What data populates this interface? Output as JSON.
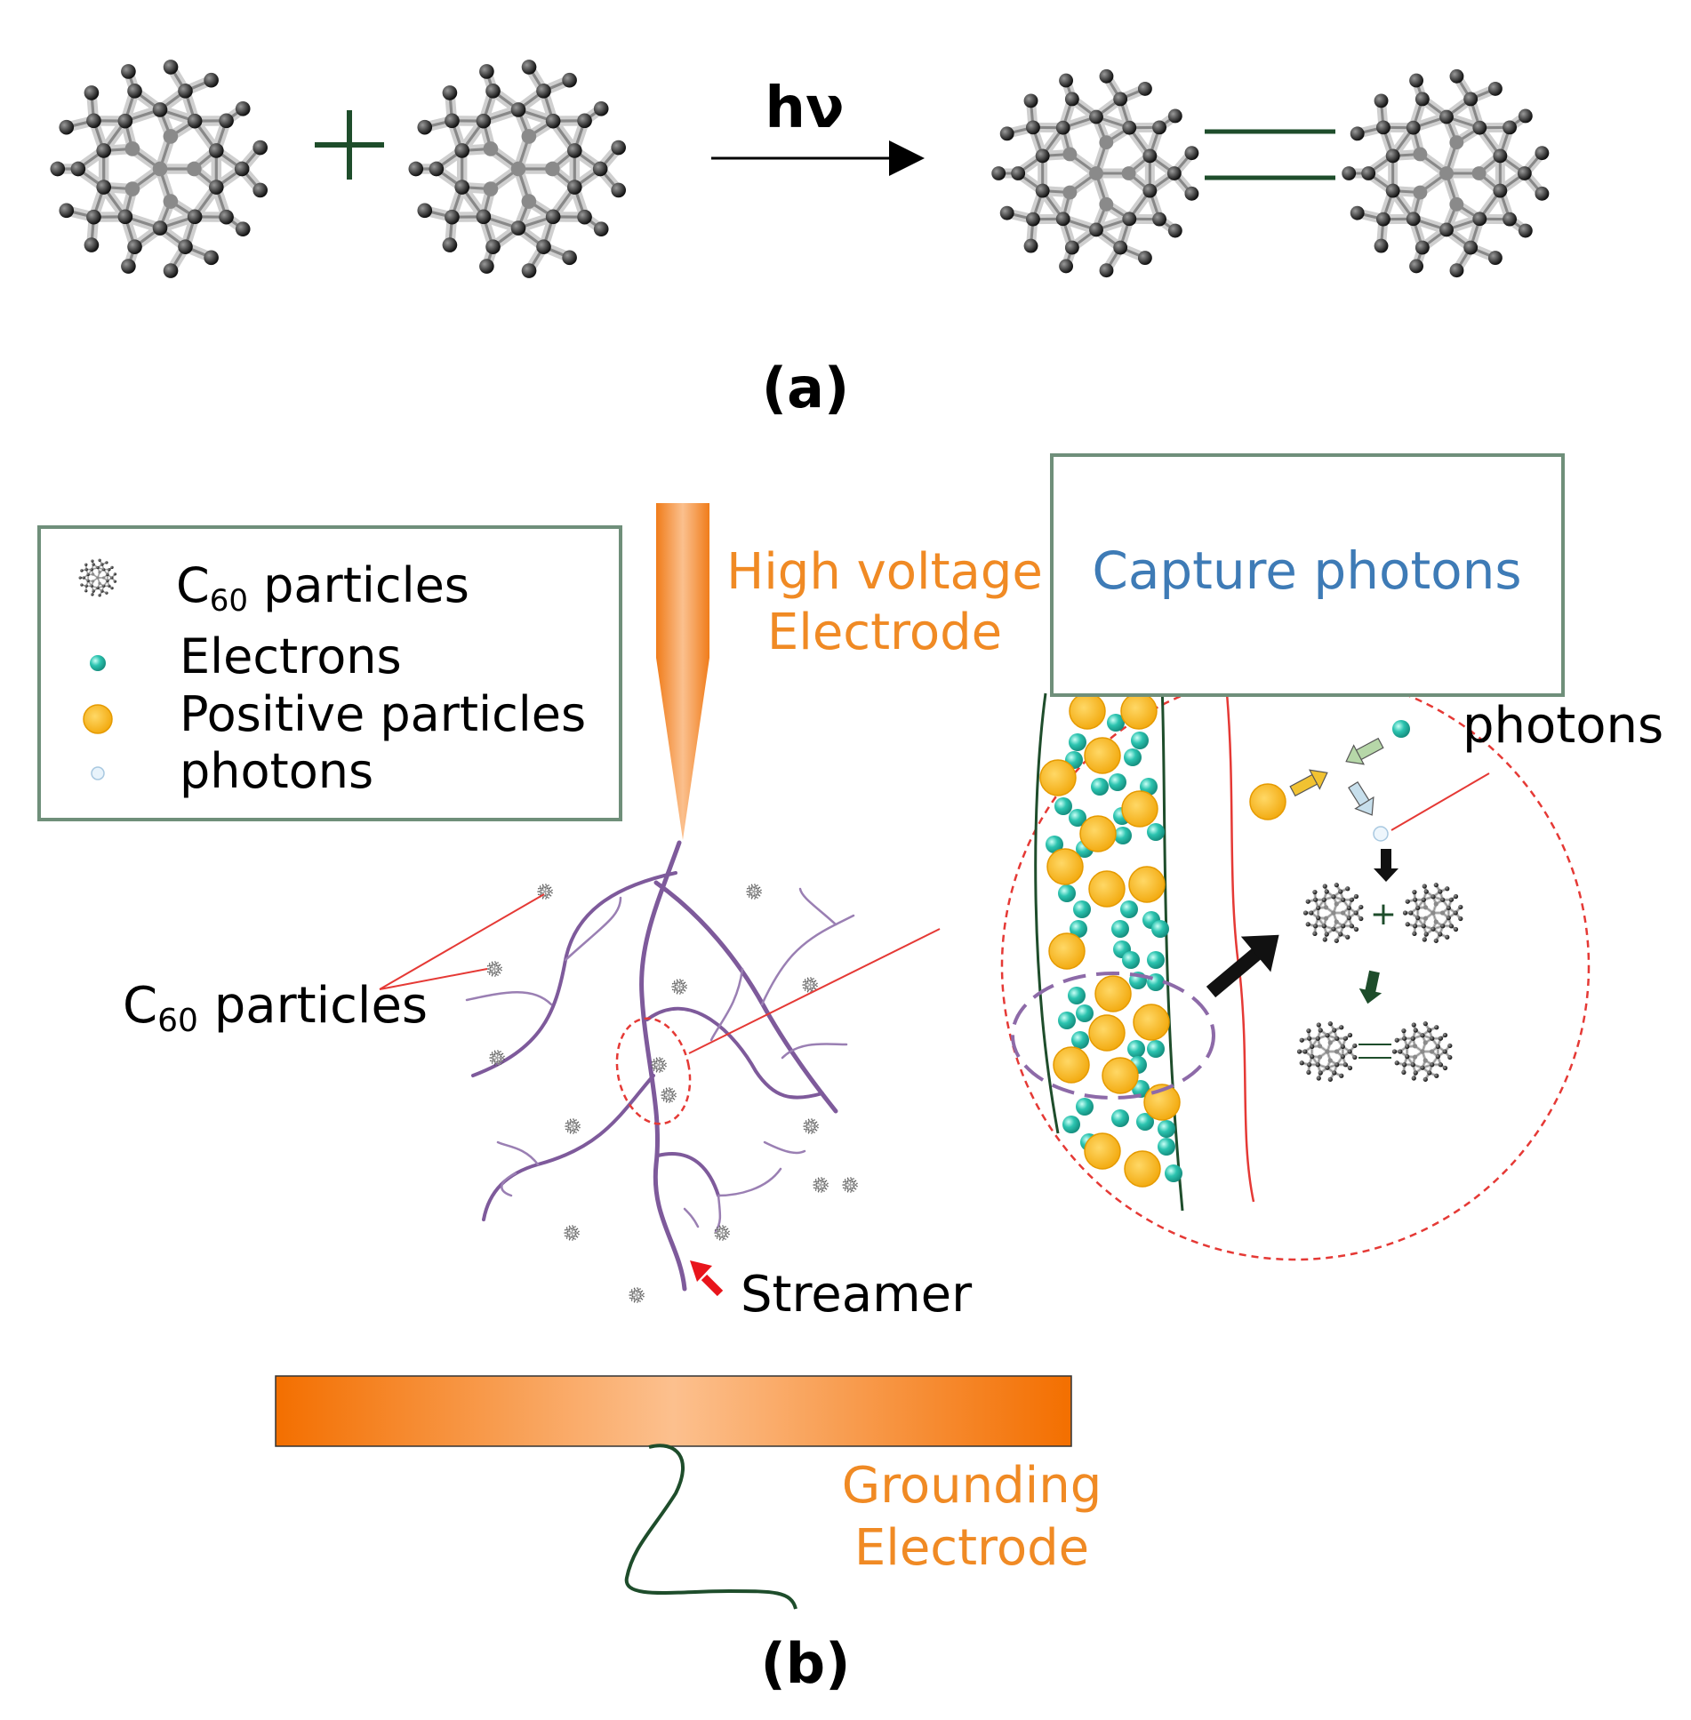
{
  "panel_a": {
    "plus": "+",
    "arrow_label": "hν",
    "panel_label": "(a)"
  },
  "panel_b": {
    "panel_label": "(b)",
    "legend": {
      "items": [
        {
          "label_main": "C",
          "label_sub": "60",
          "label_rest": " particles",
          "icon": "c60-icon"
        },
        {
          "label_main": "Electrons",
          "icon": "electron-icon"
        },
        {
          "label_main": "Positive particles",
          "icon": "positive-particle-icon"
        },
        {
          "label_main": "photons",
          "icon": "photon-icon"
        }
      ]
    },
    "hv_electrode": {
      "line1": "High voltage",
      "line2": "Electrode"
    },
    "capture_box": {
      "text": "Capture photons"
    },
    "photons_label": "photons",
    "c60_label": {
      "main": "C",
      "sub": "60",
      "rest": " particles"
    },
    "streamer_label": "Streamer",
    "ground_electrode": {
      "line1": "Grounding",
      "line2": "Electrode"
    },
    "inset_plus": "+"
  },
  "colors": {
    "orange_text": "#F08A24",
    "blue_text": "#3E7BB6",
    "electron": "#2CC4B0",
    "positive": "#F5B31A",
    "streamer": "#7E5A9B",
    "dark_green": "#1E4D2B",
    "red_line": "#E53935"
  }
}
